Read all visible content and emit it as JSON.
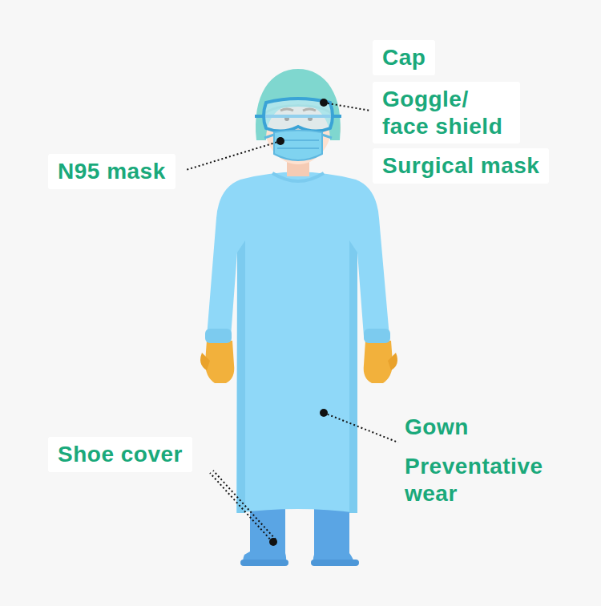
{
  "diagram": {
    "labels": [
      "Cap",
      "Goggle/ face shield",
      "N95 mask",
      "Surgical mask",
      "Gown",
      "Preventative wear",
      "Shoe cover"
    ]
  }
}
